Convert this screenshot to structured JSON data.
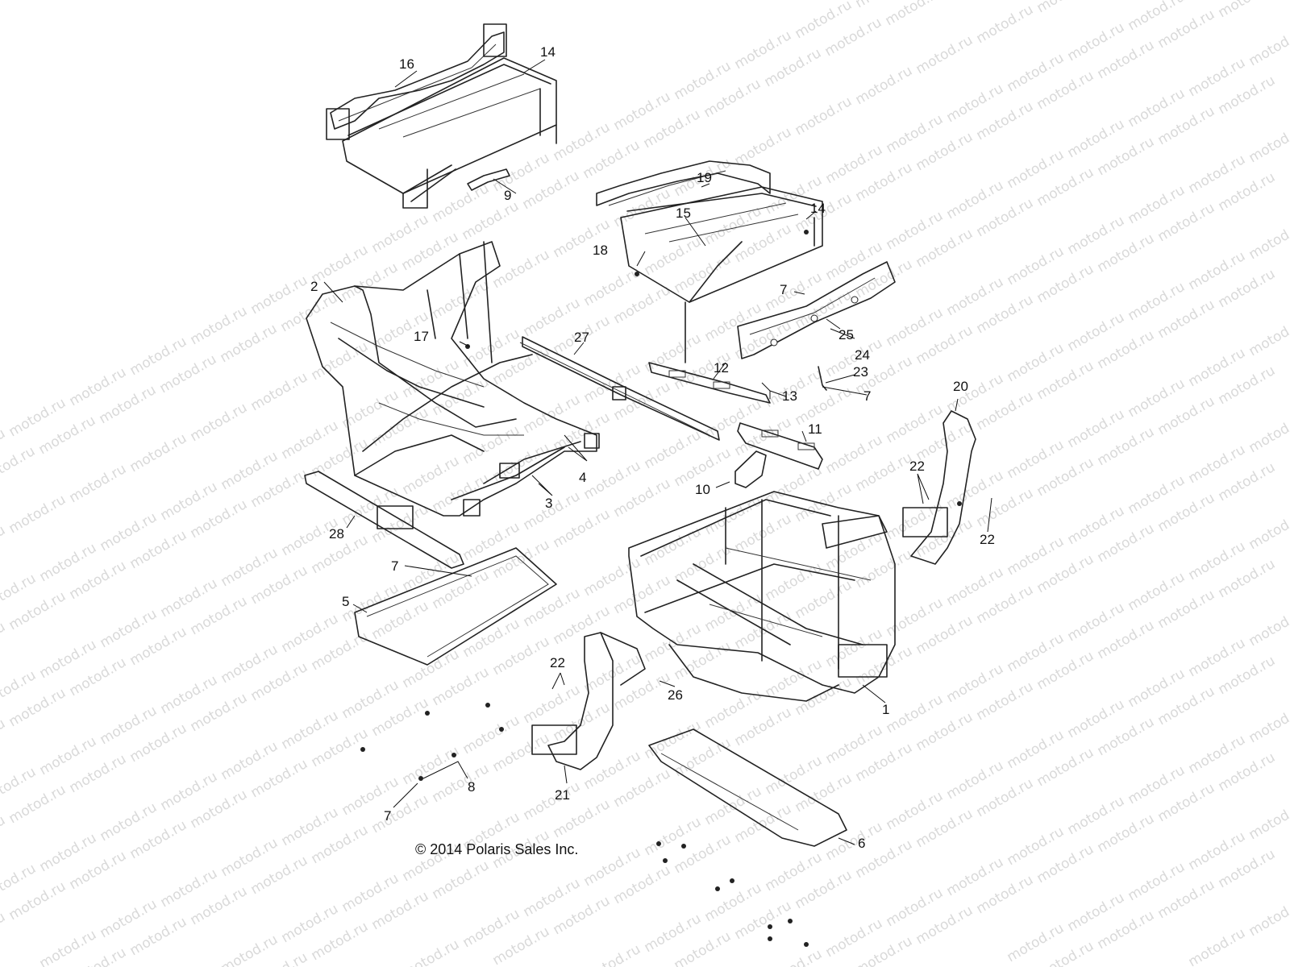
{
  "watermark": "motod.ru",
  "copyright": "© 2014 Polaris Sales Inc.",
  "callouts": {
    "c1": "1",
    "c2": "2",
    "c3": "3",
    "c4": "4",
    "c5": "5",
    "c6": "6",
    "c7a": "7",
    "c7b": "7",
    "c7c": "7",
    "c7d": "7",
    "c8": "8",
    "c9": "9",
    "c10": "10",
    "c11": "11",
    "c12": "12",
    "c13": "13",
    "c14a": "14",
    "c14b": "14",
    "c15": "15",
    "c16": "16",
    "c17": "17",
    "c18": "18",
    "c19": "19",
    "c20": "20",
    "c21": "21",
    "c22a": "22",
    "c22b": "22",
    "c22c": "22",
    "c23": "23",
    "c24": "24",
    "c25": "25",
    "c26": "26",
    "c27": "27",
    "c28": "28"
  }
}
